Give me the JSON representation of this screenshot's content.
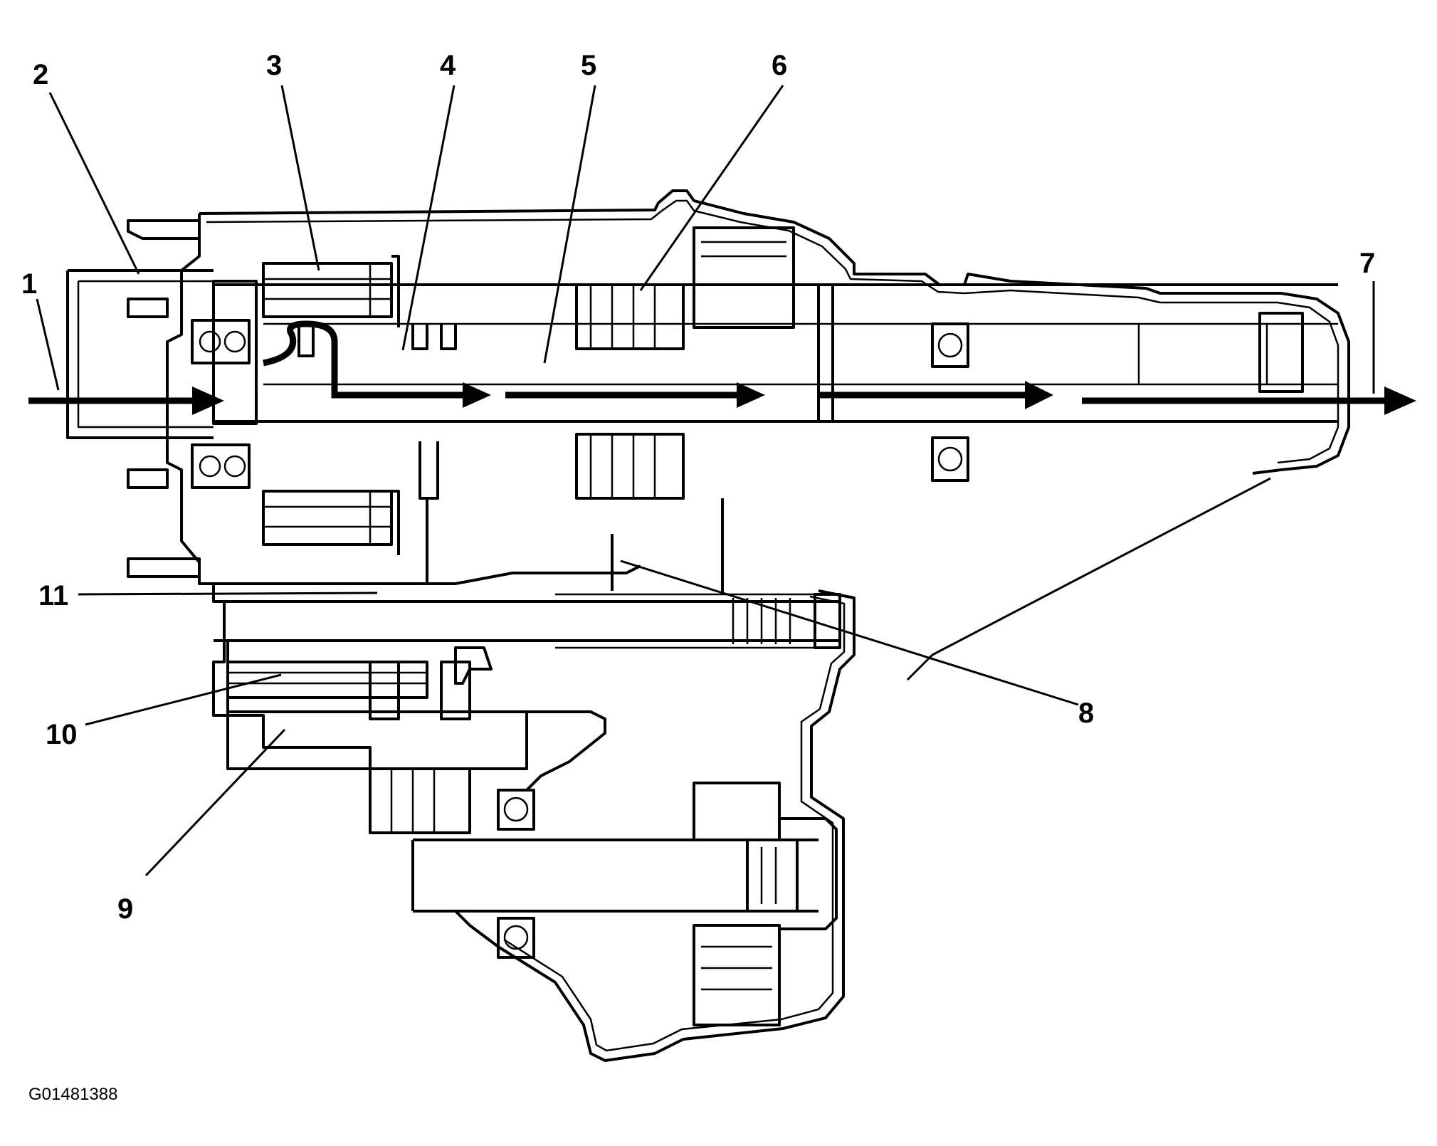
{
  "figure": {
    "id": "G01481388",
    "colors": {
      "line": "#000000",
      "background": "#ffffff"
    }
  },
  "callouts": [
    "1",
    "2",
    "3",
    "4",
    "5",
    "6",
    "7",
    "8",
    "9",
    "10",
    "11"
  ]
}
